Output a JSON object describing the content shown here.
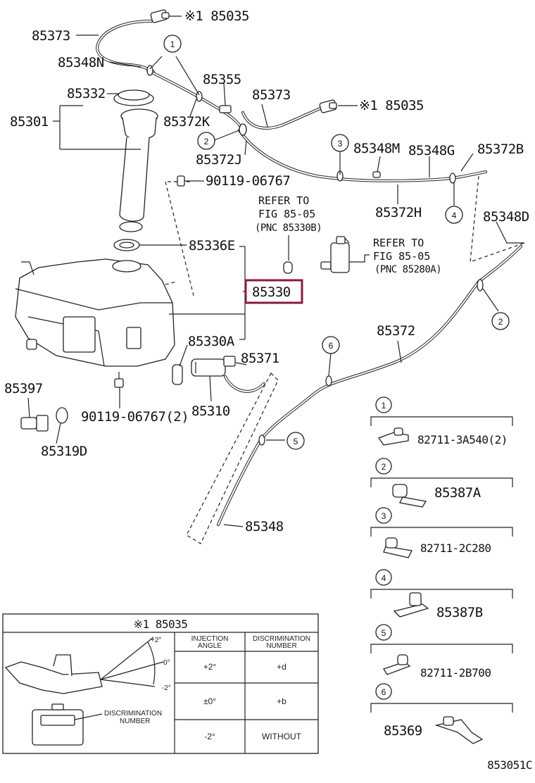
{
  "labels": {
    "p85035_top": "※1 85035",
    "p85373_left": "85373",
    "p85348N": "85348N",
    "p85332": "85332",
    "p85301": "85301",
    "p85355": "85355",
    "p85372K": "85372K",
    "p85373_mid": "85373",
    "p85035_mid": "※1 85035",
    "p85372J": "85372J",
    "p85348M": "85348M",
    "p85348G": "85348G",
    "p85372B": "85372B",
    "p90119_top": "90119-06767",
    "p85372H": "85372H",
    "p85348D": "85348D",
    "p85336E": "85336E",
    "p85330": "85330",
    "p85330A": "85330A",
    "p85371": "85371",
    "p85372": "85372",
    "p85397": "85397",
    "p90119_bottom": "90119-06767(2)",
    "p85310": "85310",
    "p85319D": "85319D",
    "p85348": "85348",
    "fig_code": "853051C"
  },
  "refer_notes": [
    {
      "line1": "REFER TO",
      "line2": "FIG 85-05",
      "line3": "(PNC 85330B)"
    },
    {
      "line1": "REFER TO",
      "line2": "FIG 85-05",
      "line3": "(PNC 85280A)"
    }
  ],
  "callouts": [
    "1",
    "2",
    "3",
    "4",
    "5",
    "6"
  ],
  "legend": [
    {
      "num": "1",
      "part": "82711-3A540(2)"
    },
    {
      "num": "2",
      "part": "85387A"
    },
    {
      "num": "3",
      "part": "82711-2C280"
    },
    {
      "num": "4",
      "part": "85387B"
    },
    {
      "num": "5",
      "part": "82711-2B700"
    },
    {
      "num": "6",
      "part": "85369"
    }
  ],
  "inset": {
    "title": "※1 85035",
    "angle_plus": "+2°",
    "angle_zero": "0°",
    "angle_minus": "-2°",
    "discrimination_label_1": "DISCRIMINATION",
    "discrimination_label_2": "NUMBER",
    "col1_h1": "INJECTION",
    "col1_h2": "ANGLE",
    "col2_h1": "DISCRIMINATION",
    "col2_h2": "NUMBER",
    "rows": [
      {
        "angle": "+2°",
        "number": "+d"
      },
      {
        "angle": "±0°",
        "number": "+b"
      },
      {
        "angle": "-2°",
        "number": "WITHOUT"
      }
    ]
  },
  "colors": {
    "highlight_box": "#8b1a3a",
    "line": "#222222"
  }
}
